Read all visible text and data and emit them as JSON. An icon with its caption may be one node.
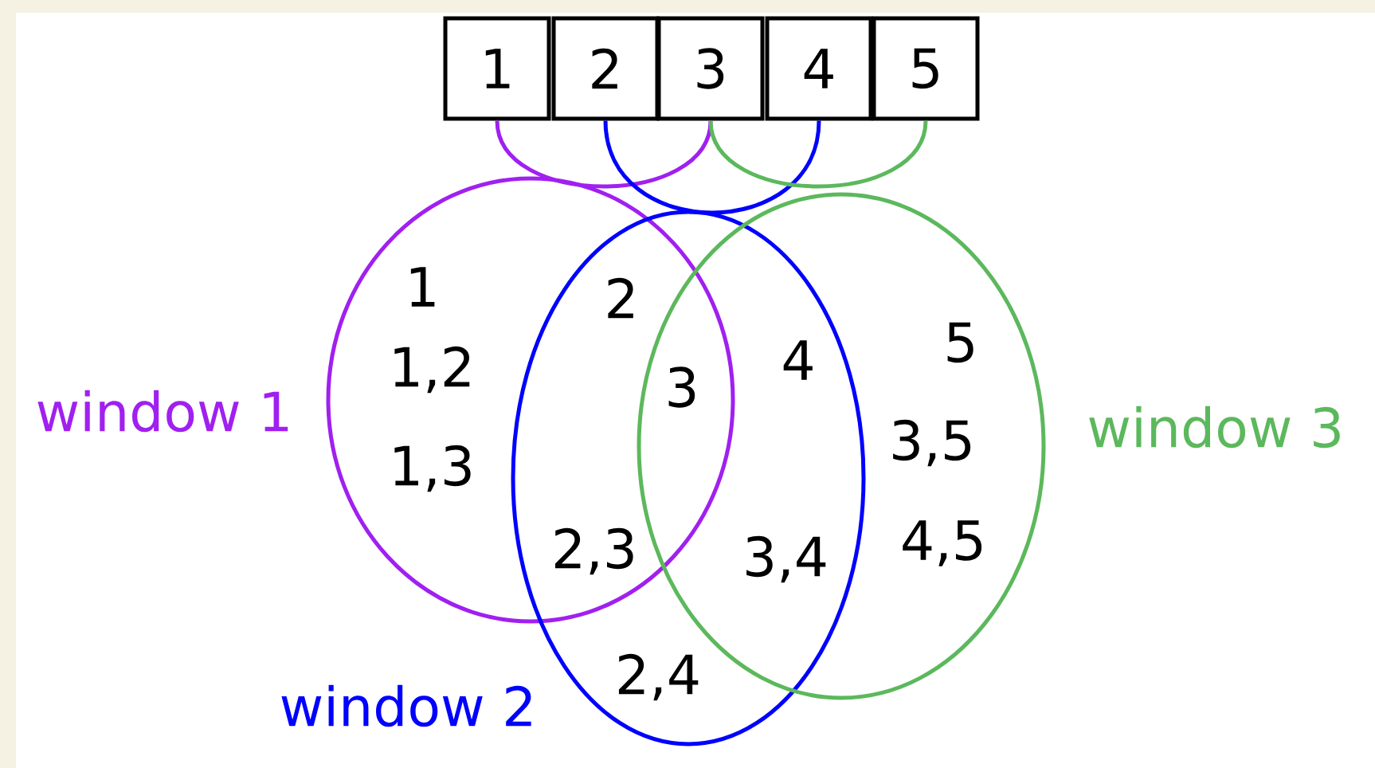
{
  "diagram": {
    "nodes": [
      {
        "text": [
          "1"
        ]
      },
      {
        "text": [
          "2"
        ]
      },
      {
        "text": [
          "3"
        ]
      },
      {
        "text": [
          "4"
        ]
      },
      {
        "text": [
          "5"
        ]
      },
      {
        "text": [
          "window 1"
        ]
      },
      {
        "text": [
          "window 2"
        ]
      },
      {
        "text": [
          "window 3"
        ]
      }
    ],
    "edges": [
      {
        "from": 0,
        "to": 2,
        "arrow": "none",
        "color": "#a020f0"
      },
      {
        "from": 1,
        "to": 3,
        "arrow": "none",
        "color": "#0000ff"
      },
      {
        "from": 2,
        "to": 4,
        "arrow": "none",
        "color": "#5cb85c"
      }
    ],
    "labels": [
      "1",
      "2",
      "5",
      "4",
      "1,2",
      "3",
      "3,5",
      "1,3",
      "4,5",
      "2,3",
      "3,4",
      "2,4"
    ]
  }
}
